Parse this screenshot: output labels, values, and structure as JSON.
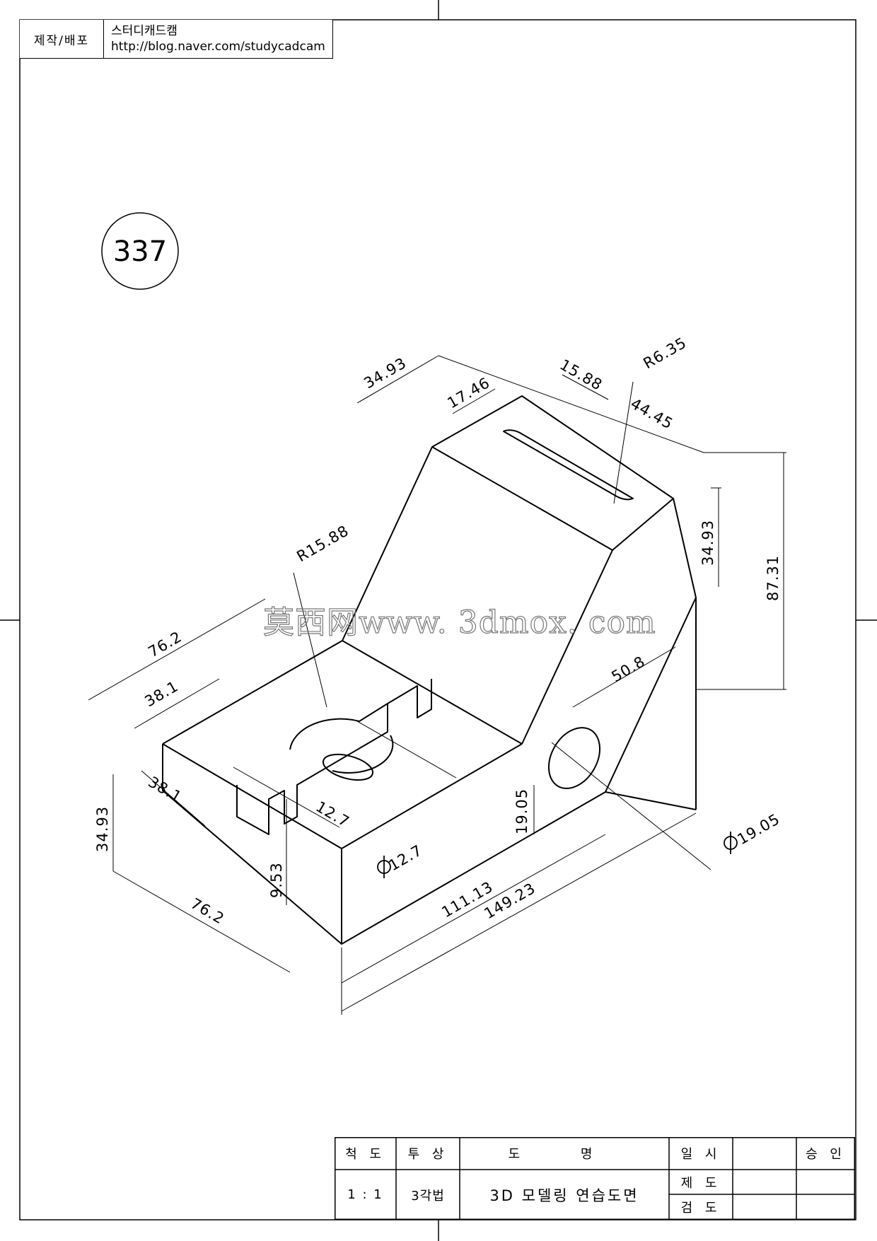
{
  "header": {
    "left": "제작/배포",
    "right_line1": "스터디캐드캠",
    "right_line2": "http://blog.naver.com/studycadcam"
  },
  "drawing_number": "337",
  "watermark": "莫西网www. 3dmox. com",
  "dimensions": {
    "top_slot_width": "34.93",
    "slot_offset": "17.46",
    "slot_width": "15.88",
    "slot_radius": "R6.35",
    "slot_length": "44.45",
    "top_block_height": "34.93",
    "total_height": "87.31",
    "saddle_radius": "R15.88",
    "base_depth": "76.2",
    "saddle_offset": "38.1",
    "side_hole_offset": "50.8",
    "front_notch_offset": "38.1",
    "base_height": "34.93",
    "notch_width": "12.7",
    "side_hole_height": "19.05",
    "side_hole_diameter": "19.05",
    "bottom_hole_diameter": "12.7",
    "notch_depth": "9.53",
    "base_width": "76.2",
    "length_inner": "111.13",
    "length_total": "149.23"
  },
  "title_block": {
    "scale_label": "척 도",
    "projection_label": "투 상",
    "name_label": "도  명",
    "date_label": "일 시",
    "approval_label": "승 인",
    "scale_value": "1 : 1",
    "projection_value": "3각법",
    "drawing_name": "3D 모델링 연습도면",
    "drafted_label": "제 도",
    "checked_label": "검 도"
  }
}
